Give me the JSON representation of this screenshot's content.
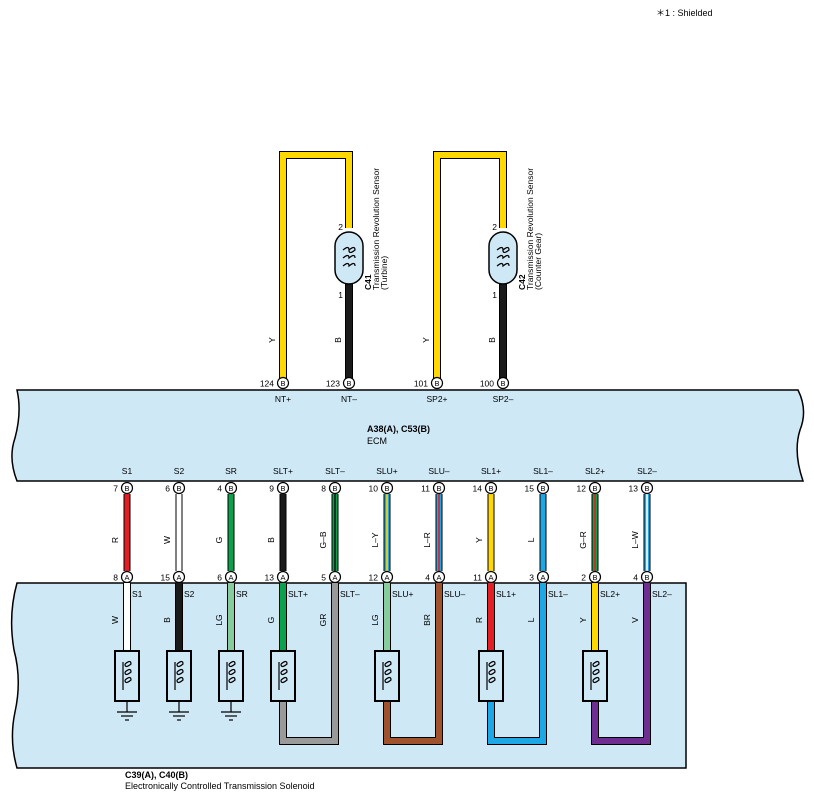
{
  "note": "＊1 : Shielded",
  "ecm": {
    "code": "A38(A), C53(B)",
    "name": "ECM"
  },
  "solenoid": {
    "code": "C39(A), C40(B)",
    "name": "Electronically Controlled Transmission Solenoid"
  },
  "sensors": [
    {
      "code": "C41",
      "name": "Transmission Revolution Sensor",
      "sub": "(Turbine)",
      "pin_top": "2",
      "pin_bottom": "1",
      "wire_left": {
        "color_code": "Y",
        "color": "#ffd800"
      },
      "wire_right": {
        "color_code": "B",
        "color": "#1a1a1a"
      },
      "ecm_pins": [
        {
          "num": "124",
          "conn": "B",
          "label": "NT+"
        },
        {
          "num": "123",
          "conn": "B",
          "label": "NT–"
        }
      ]
    },
    {
      "code": "C42",
      "name": "Transmission Revolution Sensor",
      "sub": "(Counter Gear)",
      "pin_top": "2",
      "pin_bottom": "1",
      "wire_left": {
        "color_code": "Y",
        "color": "#ffd800"
      },
      "wire_right": {
        "color_code": "B",
        "color": "#1a1a1a"
      },
      "ecm_pins": [
        {
          "num": "101",
          "conn": "B",
          "label": "SP2+"
        },
        {
          "num": "100",
          "conn": "B",
          "label": "SP2–"
        }
      ]
    }
  ],
  "channels": [
    {
      "ecm_label": "S1",
      "ecm_num": "7",
      "ecm_conn": "B",
      "wire_code": "R",
      "wire": [
        "#e31e24"
      ],
      "sol_num": "8",
      "sol_conn": "A",
      "sol_label": "S1",
      "sol_wire_code": "W",
      "sol_wire": "#ffffff"
    },
    {
      "ecm_label": "S2",
      "ecm_num": "6",
      "ecm_conn": "B",
      "wire_code": "W",
      "wire": [
        "#ffffff"
      ],
      "sol_num": "15",
      "sol_conn": "A",
      "sol_label": "S2",
      "sol_wire_code": "B",
      "sol_wire": "#1a1a1a"
    },
    {
      "ecm_label": "SR",
      "ecm_num": "4",
      "ecm_conn": "B",
      "wire_code": "G",
      "wire": [
        "#0aa14a"
      ],
      "sol_num": "6",
      "sol_conn": "A",
      "sol_label": "SR",
      "sol_wire_code": "LG",
      "sol_wire": "#86cc9c"
    },
    {
      "ecm_label": "SLT+",
      "ecm_num": "9",
      "ecm_conn": "B",
      "wire_code": "B",
      "wire": [
        "#1a1a1a"
      ],
      "sol_num": "13",
      "sol_conn": "A",
      "sol_label": "SLT+",
      "sol_wire_code": "G",
      "sol_wire": "#0aa14a"
    },
    {
      "ecm_label": "SLT–",
      "ecm_num": "8",
      "ecm_conn": "B",
      "wire_code": "G–B",
      "wire": [
        "#0aa14a",
        "#1a1a1a"
      ],
      "sol_num": "5",
      "sol_conn": "A",
      "sol_label": "SLT–",
      "sol_wire_code": "GR",
      "sol_wire": "#9a9a9a"
    },
    {
      "ecm_label": "SLU+",
      "ecm_num": "10",
      "ecm_conn": "B",
      "wire_code": "L–Y",
      "wire": [
        "#1ea7e5",
        "#ffd800"
      ],
      "sol_num": "12",
      "sol_conn": "A",
      "sol_label": "SLU+",
      "sol_wire_code": "LG",
      "sol_wire": "#86cc9c"
    },
    {
      "ecm_label": "SLU–",
      "ecm_num": "11",
      "ecm_conn": "B",
      "wire_code": "L–R",
      "wire": [
        "#1ea7e5",
        "#e31e24"
      ],
      "sol_num": "4",
      "sol_conn": "A",
      "sol_label": "SLU–",
      "sol_wire_code": "BR",
      "sol_wire": "#a0522d"
    },
    {
      "ecm_label": "SL1+",
      "ecm_num": "14",
      "ecm_conn": "B",
      "wire_code": "Y",
      "wire": [
        "#ffd800"
      ],
      "sol_num": "11",
      "sol_conn": "A",
      "sol_label": "SL1+",
      "sol_wire_code": "R",
      "sol_wire": "#e31e24"
    },
    {
      "ecm_label": "SL1–",
      "ecm_num": "15",
      "ecm_conn": "B",
      "wire_code": "L",
      "wire": [
        "#1ea7e5"
      ],
      "sol_num": "3",
      "sol_conn": "A",
      "sol_label": "SL1–",
      "sol_wire_code": "L",
      "sol_wire": "#1ea7e5"
    },
    {
      "ecm_label": "SL2+",
      "ecm_num": "12",
      "ecm_conn": "B",
      "wire_code": "G–R",
      "wire": [
        "#0aa14a",
        "#e31e24"
      ],
      "sol_num": "2",
      "sol_conn": "B",
      "sol_label": "SL2+",
      "sol_wire_code": "Y",
      "sol_wire": "#ffd800"
    },
    {
      "ecm_label": "SL2–",
      "ecm_num": "13",
      "ecm_conn": "B",
      "wire_code": "L–W",
      "wire": [
        "#1ea7e5",
        "#ffffff"
      ],
      "sol_num": "4",
      "sol_conn": "B",
      "sol_label": "SL2–",
      "sol_wire_code": "V",
      "sol_wire": "#6f2c91"
    }
  ],
  "colors": {
    "box_fill": "#cfe8f6",
    "box_stroke": "#000000"
  }
}
